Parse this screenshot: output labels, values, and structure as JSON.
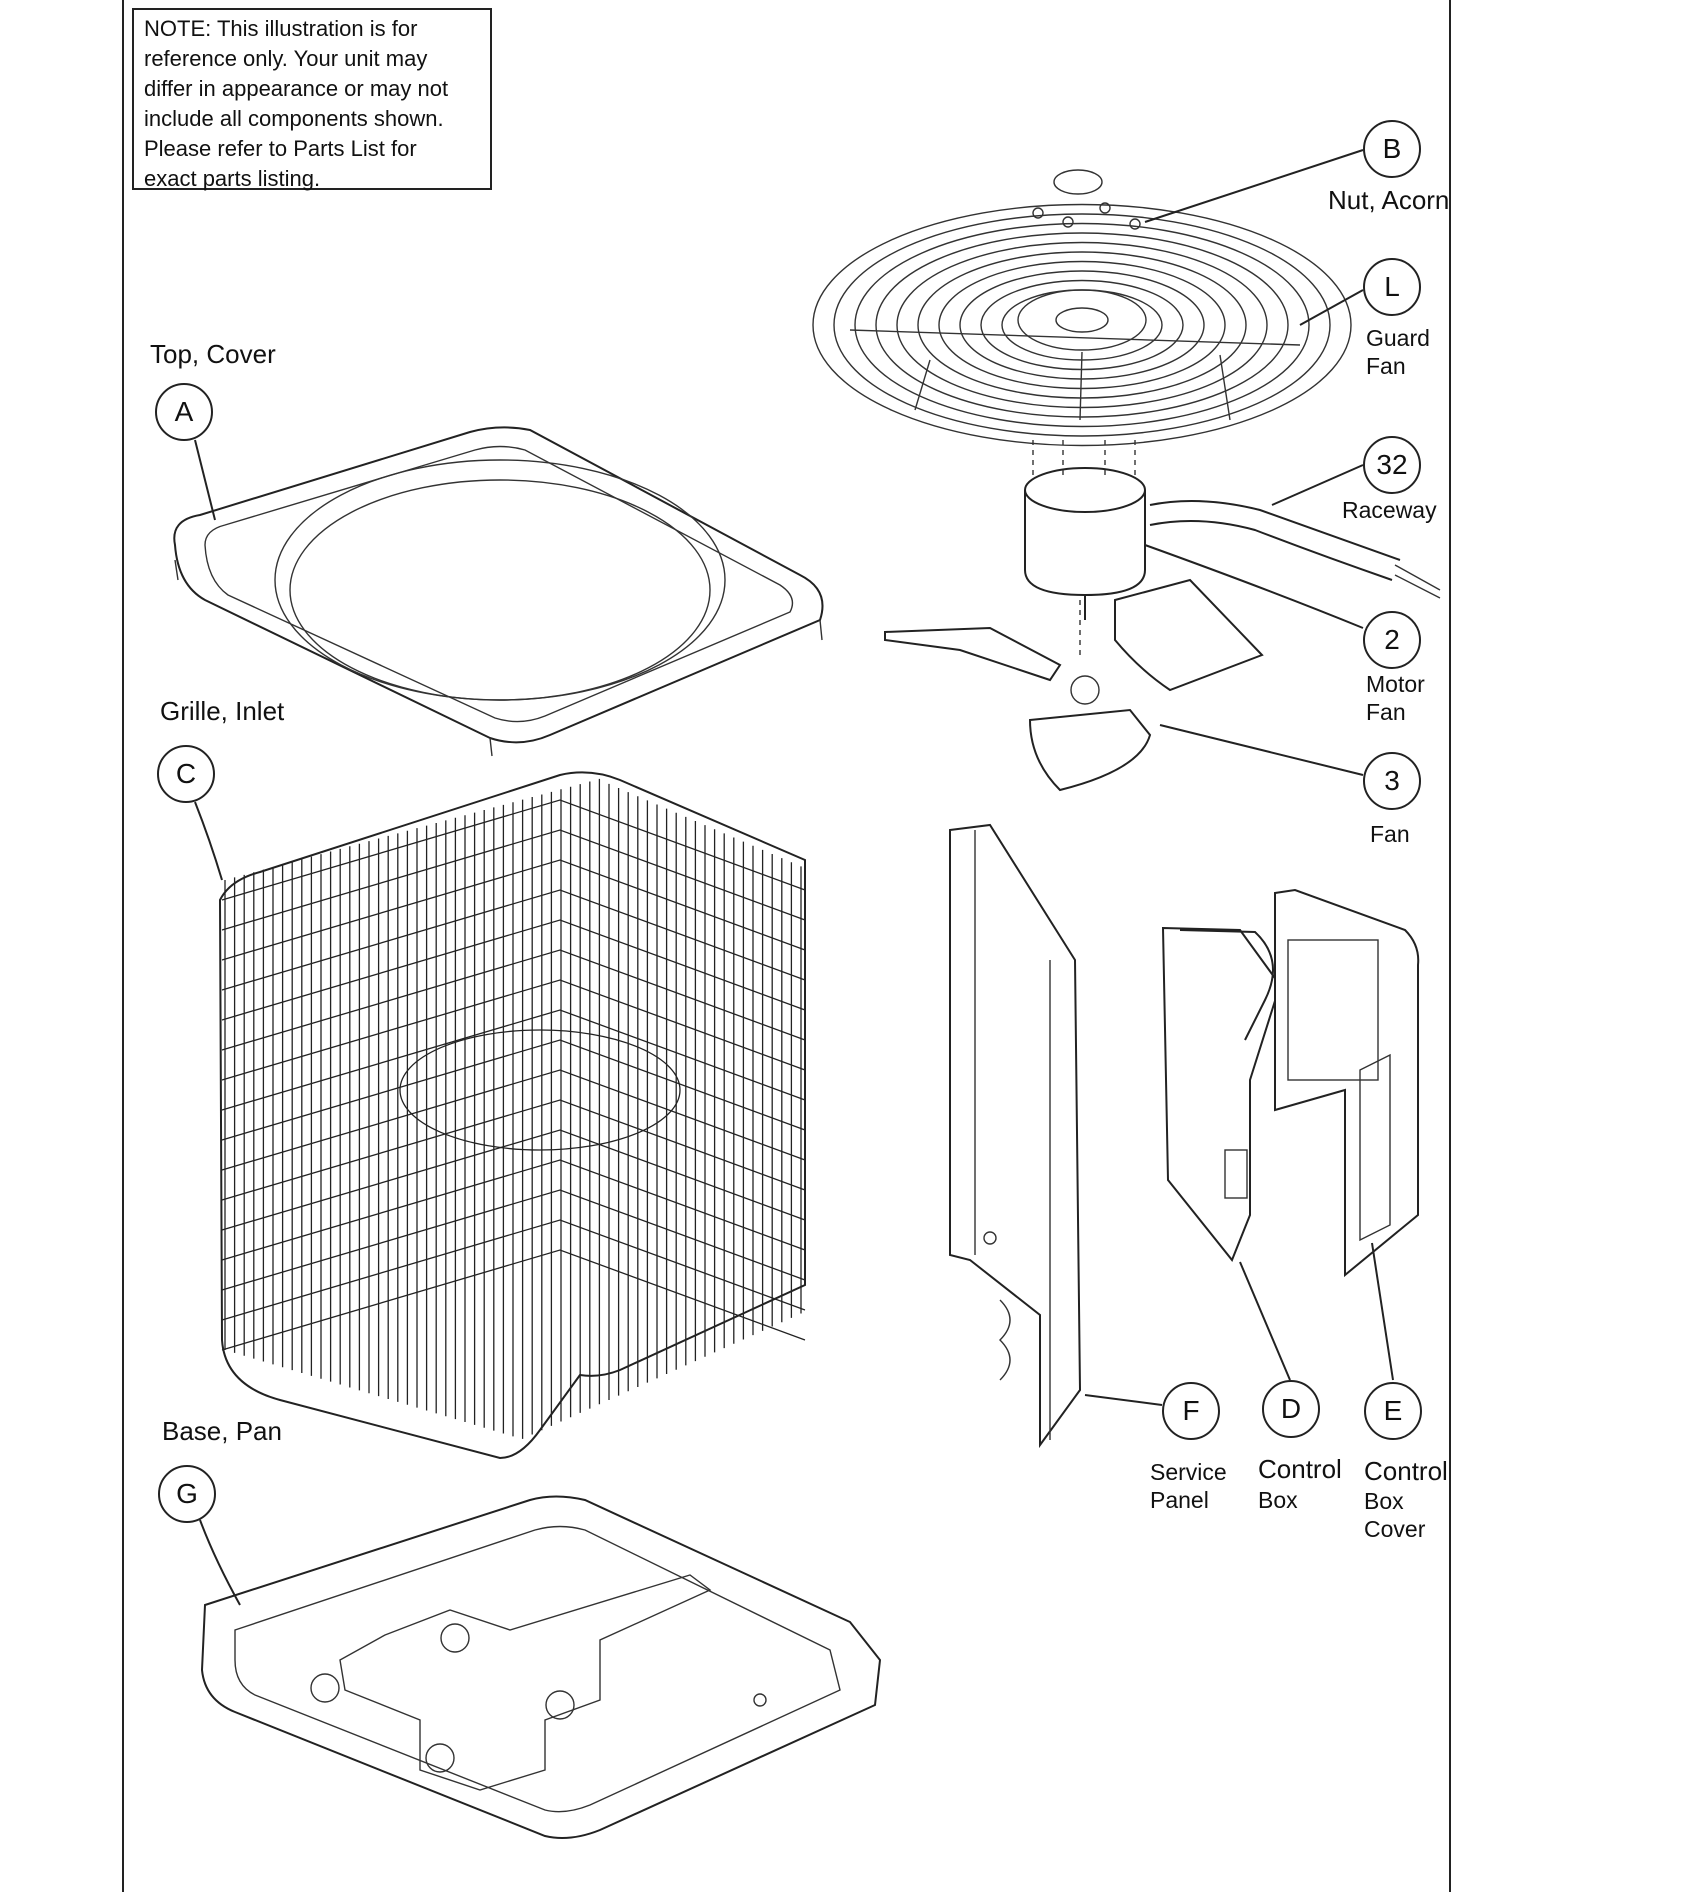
{
  "note": {
    "lines": [
      "NOTE: This illustration is for",
      "reference only.  Your unit may",
      "differ in appearance or may not",
      "include all components shown.",
      "Please refer to Parts List for",
      "exact parts listing."
    ]
  },
  "parts": [
    {
      "id": "A",
      "lines": [
        "Top, Cover"
      ]
    },
    {
      "id": "C",
      "lines": [
        "Grille, Inlet"
      ]
    },
    {
      "id": "G",
      "lines": [
        "Base, Pan"
      ]
    },
    {
      "id": "B",
      "lines": [
        "Nut, Acorn"
      ]
    },
    {
      "id": "L",
      "lines": [
        "Guard",
        "Fan"
      ]
    },
    {
      "id": "32",
      "lines": [
        "Raceway"
      ]
    },
    {
      "id": "2",
      "lines": [
        "Motor",
        "Fan"
      ]
    },
    {
      "id": "3",
      "lines": [
        "Fan"
      ]
    },
    {
      "id": "F",
      "lines": [
        "Service",
        "Panel"
      ]
    },
    {
      "id": "D",
      "lines": [
        "Control",
        "Box"
      ]
    },
    {
      "id": "E",
      "lines": [
        "Control",
        "Box",
        "Cover"
      ]
    }
  ]
}
